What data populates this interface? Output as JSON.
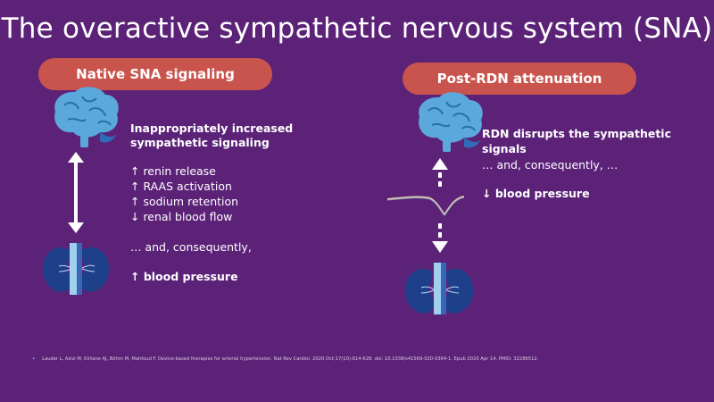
{
  "slide": {
    "title": "The overactive sympathetic nervous system (SNA)"
  },
  "left_panel": {
    "header": "Native SNA signaling",
    "headline_line1": "Inappropriately increased",
    "headline_line2": "sympathetic signaling",
    "effects": [
      "↑ renin release",
      "↑ RAAS activation",
      "↑ sodium retention",
      "↓ renal blood flow"
    ],
    "consequence": "… and, consequently,",
    "result": "↑  blood pressure"
  },
  "right_panel": {
    "header": "Post-RDN attenuation",
    "headline": "RDN disrupts the sympathetic signals",
    "consequence": "… and, consequently, …",
    "result": "↓  blood pressure"
  },
  "footer": {
    "bullet": "•",
    "reference": "Lauder L, Azizi M, Kirtane AJ, Böhm M, Mahfoud F. Device-based therapies for arterial hypertension. Nat Rev Cardiol. 2020 Oct;17(10):614-628. doi: 10.1038/s41569-020-0364-1. Epub 2020 Apr 14. PMID: 32286512."
  },
  "colors": {
    "background": "#5c2278",
    "pill": "#c8544d",
    "brain": "#5ba8dc",
    "kidney": "#1e3f8a",
    "aorta": "#9fd1ef"
  },
  "icons": [
    "brain-icon",
    "kidney-icon",
    "nerve-signal-icon",
    "double-arrow-icon",
    "dashed-arrow-icon"
  ]
}
